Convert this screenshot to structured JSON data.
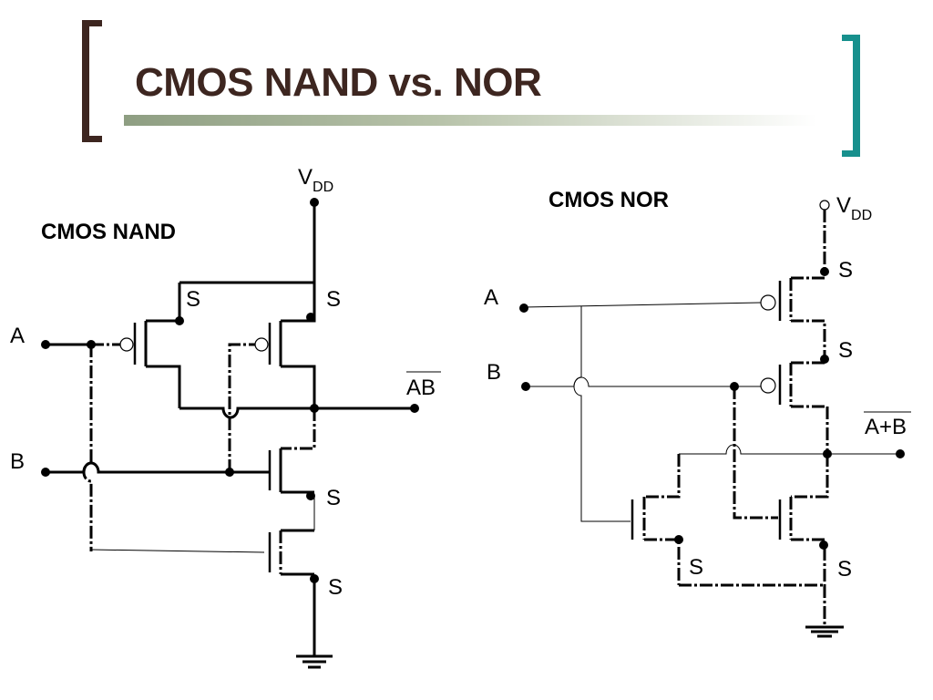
{
  "title": "CMOS NAND vs. NOR",
  "nand": {
    "heading": "CMOS NAND",
    "supply": "V",
    "supply_sub": "DD",
    "input_a": "A",
    "input_b": "B",
    "output": "AB",
    "source_labels": [
      "S",
      "S",
      "S",
      "S"
    ]
  },
  "nor": {
    "heading": "CMOS NOR",
    "supply": "V",
    "supply_sub": "DD",
    "input_a": "A",
    "input_b": "B",
    "output": "A+B",
    "source_labels": [
      "S",
      "S",
      "S",
      "S"
    ]
  },
  "colors": {
    "title": "#3d2620",
    "left_bracket": "#3d2620",
    "right_bracket": "#17908d",
    "rule_start": "#8e9e82"
  }
}
